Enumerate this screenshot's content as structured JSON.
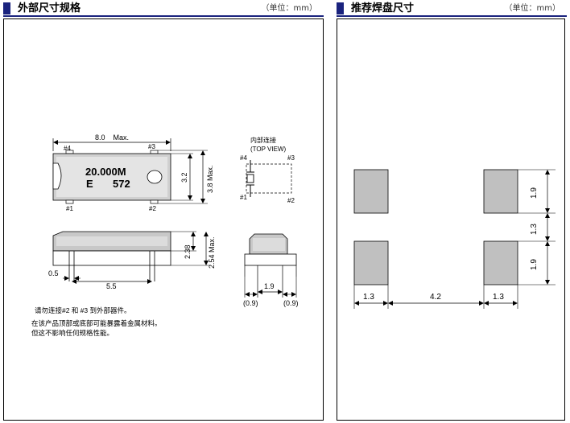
{
  "left_panel": {
    "title": "外部尺寸规格",
    "unit": "（单位：mm）",
    "top_view": {
      "width_dim": "8.0    Max.",
      "height_inner": "3.2",
      "height_max": "3.8 Max.",
      "marking_line1": "20.000M",
      "marking_line2_left": "E",
      "marking_line2_right": "572",
      "pin1": "#1",
      "pin2": "#2",
      "pin3": "#3",
      "pin4": "#4"
    },
    "connection": {
      "title": "内部连接",
      "subtitle": "(TOP VIEW)",
      "pin1": "#1",
      "pin2": "#2",
      "pin3": "#3",
      "pin4": "#4"
    },
    "side_view": {
      "height_inner": "2.38",
      "height_max": "2.54 Max.",
      "lead_width": "0.5",
      "lead_pitch": "5.5"
    },
    "end_view": {
      "center": "1.9",
      "left": "(0.9)",
      "right": "(0.9)"
    },
    "notes": [
      "请勿连接#2 和  #3 到外部器件。",
      "在该产品顶部或底部可能暴露着金属材料。",
      "但这不影响任何规格性能。"
    ]
  },
  "right_panel": {
    "title": "推荐焊盘尺寸",
    "unit": "（单位：mm）",
    "dims": {
      "pad_height_top": "1.9",
      "gap": "1.3",
      "pad_height_bottom": "1.9",
      "pad_width_left": "1.3",
      "spacing": "4.2",
      "pad_width_right": "1.3"
    }
  },
  "colors": {
    "header_accent": "#1a237e",
    "pad_fill": "#c0c0c0",
    "body_fill": "#d0d0d0"
  }
}
